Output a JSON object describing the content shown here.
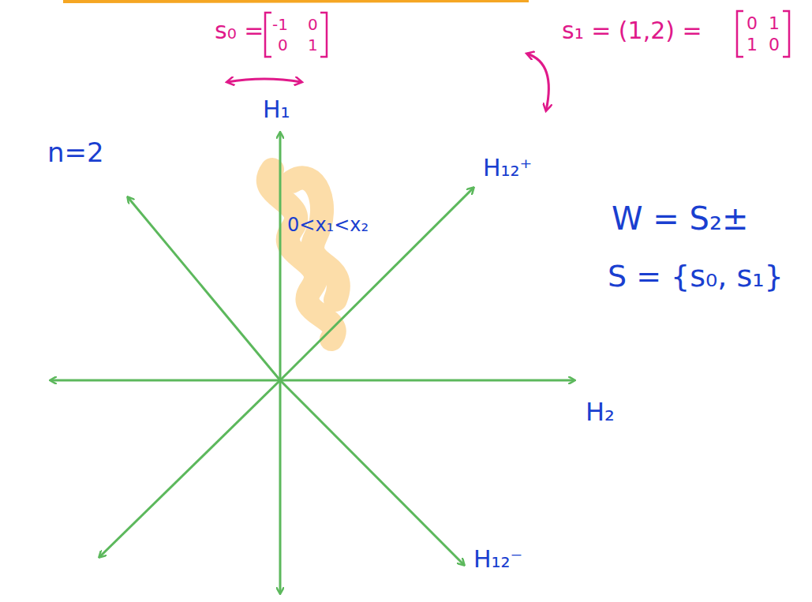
{
  "diagram": {
    "labels": [
      "n=2",
      "s₀ =",
      "-1",
      "0",
      "0",
      "1",
      "s₁ = (1,2) =",
      "0",
      "1",
      "1",
      "0",
      "H₁",
      "0<x₁<x₂",
      "H₁₂⁺",
      "W = S₂±",
      "S = {s₀, s₁}",
      "H₂",
      "H₁₂⁻"
    ]
  }
}
